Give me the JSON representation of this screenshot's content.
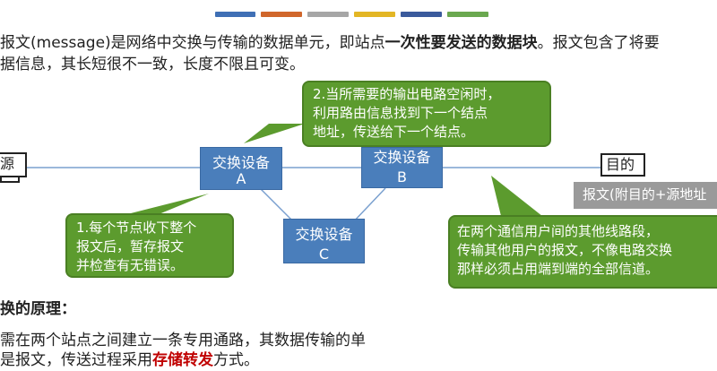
{
  "colors": {
    "device_fill": "#4a7ebb",
    "callout_fill": "#5c9b2e",
    "line": "#7aa0cf",
    "message_bar": "#9a9a9a",
    "emphasis": "#c00000",
    "stripes": [
      "#3f6fb5",
      "#d0662b",
      "#a6a6a6",
      "#e3b624",
      "#3a5a9c",
      "#6aa84f"
    ]
  },
  "intro": {
    "line1_start": "报文(message)是网络中交换与传输的数据单元，即站点",
    "line1_bold": "一次性要发送的数据块",
    "line1_end": "。报文包含了将要",
    "line2": "据信息，其长短很不一致，长度不限且可变。"
  },
  "diagram": {
    "source_label": "源",
    "dest_label": "目的",
    "message_bar": "报文(附目的+源地址",
    "device_a": {
      "name": "交换设备",
      "id": "A"
    },
    "device_b": {
      "name": "交换设备",
      "id": "B"
    },
    "device_c": {
      "name": "交换设备",
      "id": "C"
    },
    "callout_top": [
      "2.当所需要的输出电路空闲时，",
      "利用路由信息找到下一个结点",
      "地址，传送给下一个结点。"
    ],
    "callout_left": [
      "1.每个节点收下整个",
      "报文后，暂存报文",
      "并检查有无错误。"
    ],
    "callout_right": [
      "在两个通信用户间的其他线路段，",
      "传输其他用户的报文，不像电路交换",
      "那样必须占用端到端的全部信道。"
    ]
  },
  "section": {
    "heading": "换的原理：",
    "body_line1": "需在两个站点之间建立一条专用通路，其数据传输的单",
    "body_line2_start": "是报文，传送过程采用",
    "body_line2_emph": "存储转发",
    "body_line2_end": "方式。"
  }
}
